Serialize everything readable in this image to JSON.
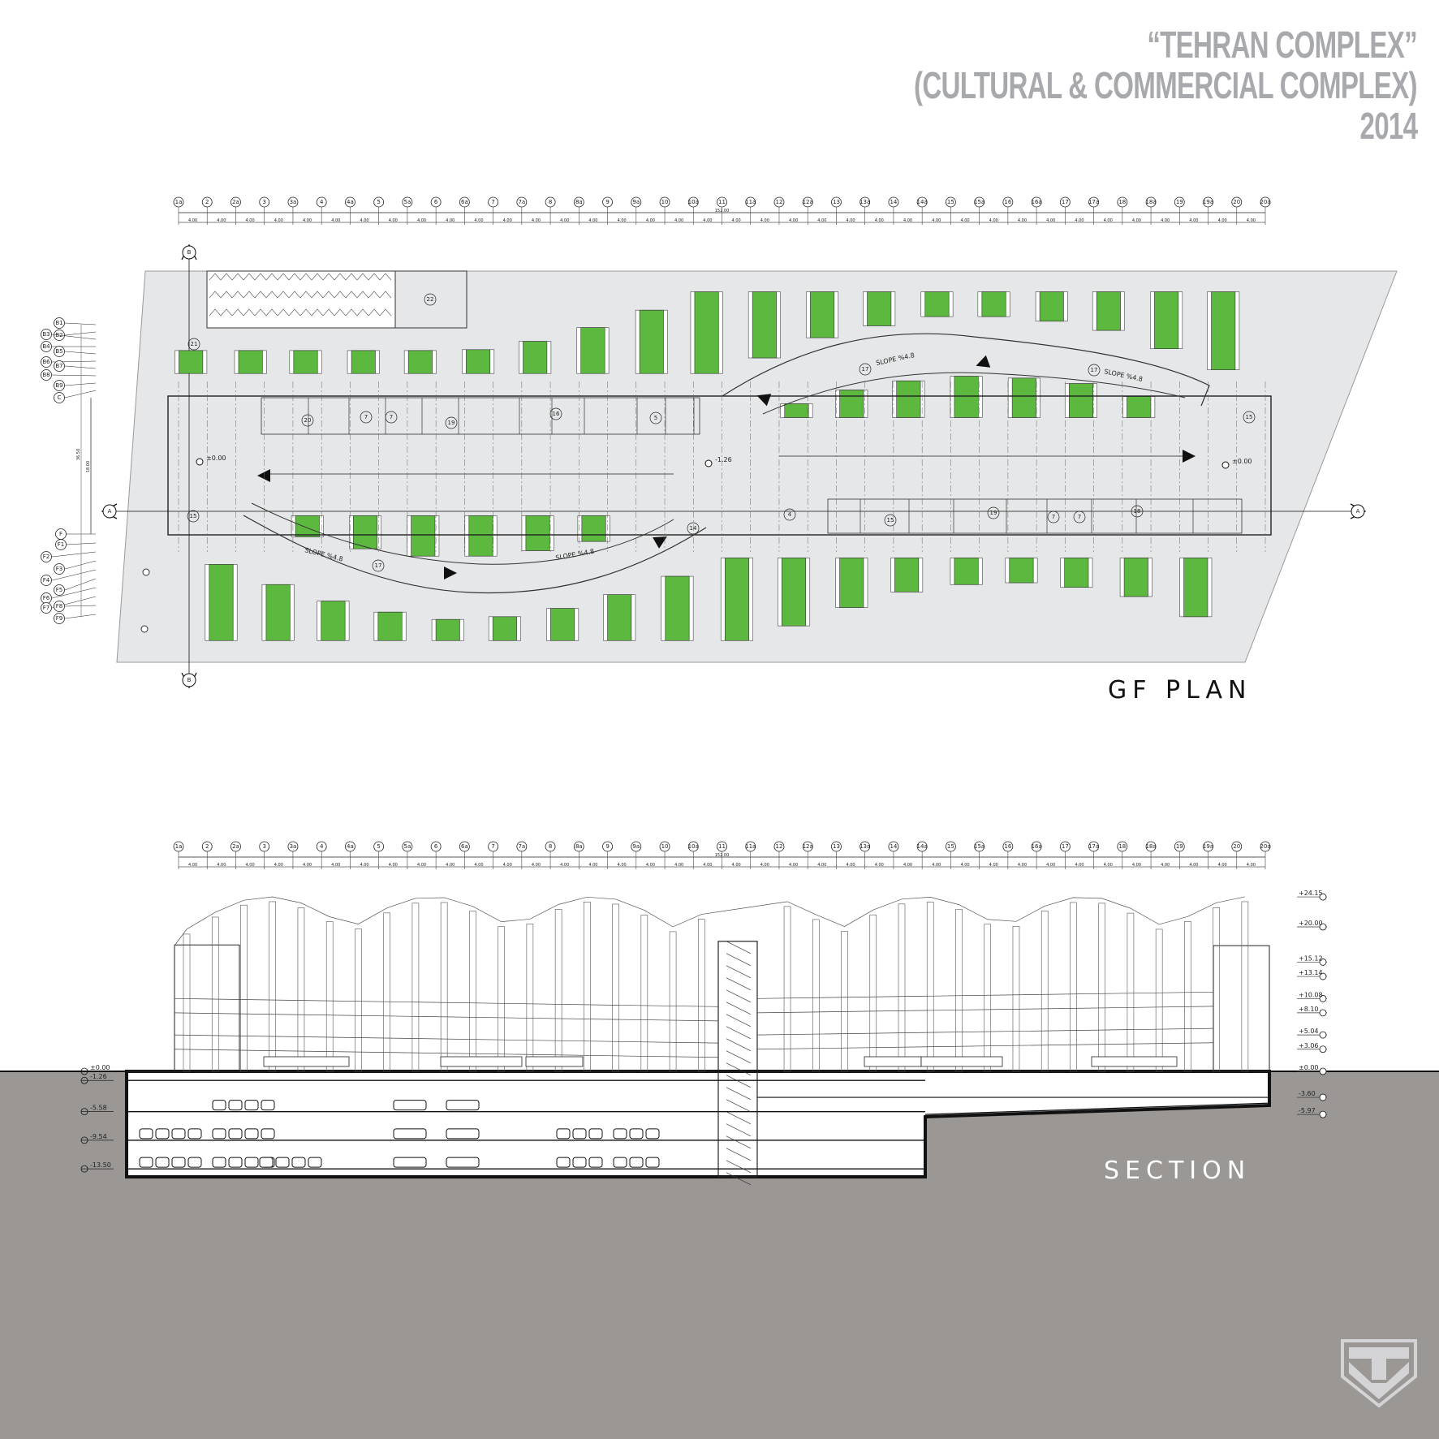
{
  "title": {
    "line1": "“TEHRAN COMPLEX”",
    "line2": "(CULTURAL & COMMERCIAL COMPLEX)",
    "line3": "2014"
  },
  "grid": {
    "labels": [
      "1a",
      "2",
      "2a",
      "3",
      "3a",
      "4",
      "4a",
      "5",
      "5a",
      "6",
      "6a",
      "7",
      "7a",
      "8",
      "8a",
      "9",
      "9a",
      "10",
      "10a",
      "11",
      "11a",
      "12",
      "12a",
      "13",
      "13a",
      "14",
      "14a",
      "15",
      "15a",
      "16",
      "16a",
      "17",
      "17a",
      "18",
      "18a",
      "19",
      "19a",
      "20",
      "20a"
    ],
    "total_dim": "152.00",
    "bay_dim": "4.00"
  },
  "rows": {
    "labels": [
      "B1",
      "B2",
      "B3",
      "B4",
      "B5",
      "B6",
      "B7",
      "B8",
      "B9",
      "C",
      "F",
      "F1",
      "F2",
      "F3",
      "F4",
      "F5",
      "F6",
      "F7",
      "F8",
      "F9"
    ],
    "overall_dim": "36.50",
    "inner_dim": "18.00"
  },
  "section_markers": {
    "a": "A",
    "b": "B"
  },
  "plan": {
    "label": "GF PLAN",
    "levels": [
      "±0.00",
      "-1.26",
      "±0.00"
    ],
    "slope": "SLOPE %4.8",
    "rooms": [
      "20",
      "7",
      "7",
      "19",
      "16",
      "5",
      "15",
      "14",
      "4",
      "15",
      "19",
      "7",
      "7",
      "18",
      "15",
      "21",
      "22",
      "17",
      "17",
      "17"
    ]
  },
  "section": {
    "label": "SECTION",
    "levels_right": [
      "+24.15",
      "+20.00",
      "+15.12",
      "+13.14",
      "+10.08",
      "+8.10",
      "+5.04",
      "+3.06",
      "±0.00",
      "-3.60",
      "-5.97"
    ],
    "levels_left": [
      "±0.00",
      "-1.26",
      "-5.58",
      "-9.54",
      "-13.50"
    ]
  },
  "colors": {
    "green": "#5cb83f",
    "plan_bg": "#e6e7e8",
    "ground": "#9a9795",
    "title": "#a7a9ac"
  }
}
